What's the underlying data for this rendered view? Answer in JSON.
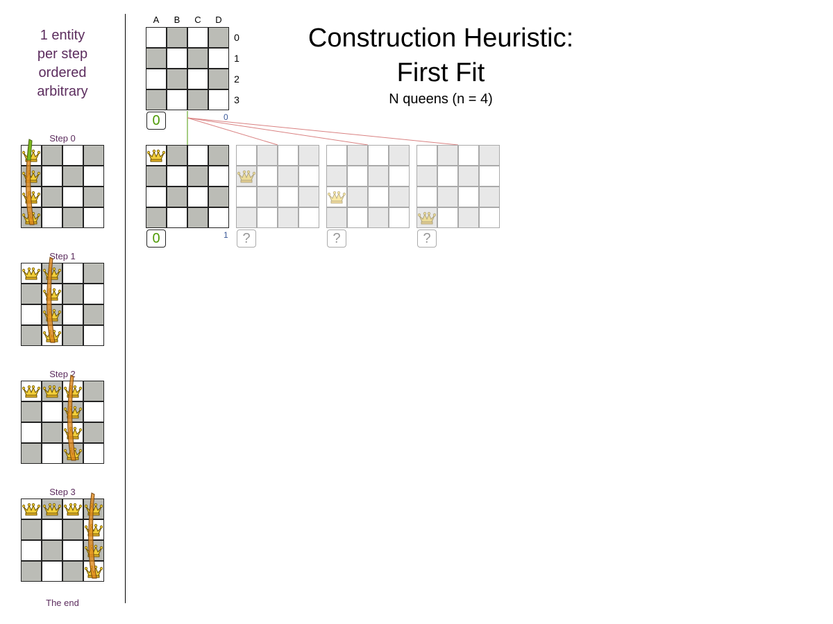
{
  "sidebar": {
    "description_lines": [
      "1 entity",
      "per step",
      "ordered",
      "arbitrary"
    ],
    "steps": [
      {
        "label": "Step 0",
        "queens": [
          0,
          1,
          2,
          3
        ],
        "arrow_col": 0
      },
      {
        "label": "Step 1",
        "queens": [
          0,
          1,
          2,
          3
        ],
        "arrow_col": 1
      },
      {
        "label": "Step 2",
        "queens": [
          0,
          1,
          2,
          3
        ],
        "arrow_col": 2
      },
      {
        "label": "Step 3",
        "queens": [
          0,
          1,
          2,
          3
        ],
        "arrow_col": 3
      }
    ],
    "end_label": "The end"
  },
  "header": {
    "title_line1": "Construction Heuristic:",
    "title_line2": "First Fit",
    "subtitle": "N queens (n = 4)"
  },
  "tree": {
    "columns": [
      "A",
      "B",
      "C",
      "D"
    ],
    "rows": [
      "0",
      "1",
      "2",
      "3"
    ],
    "root": {
      "score": "0",
      "depth": "0"
    },
    "level1": {
      "depth": "1",
      "nodes": [
        {
          "queen_row": 0,
          "score": "0",
          "state": "selected"
        },
        {
          "queen_row": 1,
          "score": "?",
          "state": "unexplored"
        },
        {
          "queen_row": 2,
          "score": "?",
          "state": "unexplored"
        },
        {
          "queen_row": 3,
          "score": "?",
          "state": "unexplored"
        }
      ]
    }
  },
  "colors": {
    "accent_text": "#5c2d5e",
    "board_dark": "#bbbcb6",
    "score_ok": "#4e9a06",
    "link_selected": "#4e9a06",
    "link_unexplored": "#d98080",
    "arrow_active": "#7ab51d",
    "arrow_pending": "#e08a1e",
    "depth_text": "#3b5998"
  },
  "icons": {
    "queen": "queen-icon",
    "arrow": "curved-arrow-icon"
  }
}
